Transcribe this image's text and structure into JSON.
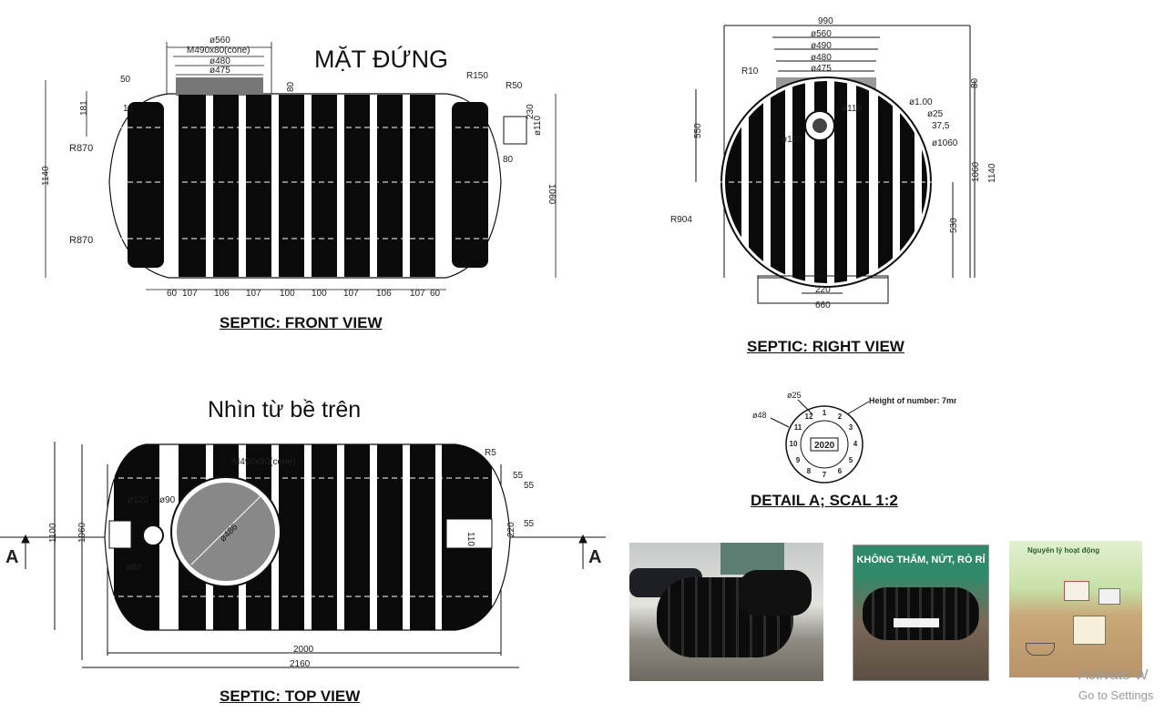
{
  "front": {
    "heading": "MẶT ĐỨNG",
    "title": "SEPTIC: FRONT VIEW",
    "dims": {
      "d560": "ø560",
      "cone": "M490x80(cone)",
      "d480": "ø480",
      "d475": "ø475",
      "r150": "R150",
      "r50": "R50",
      "d50": "50",
      "d181": "181",
      "d10": "10",
      "d80a": "80",
      "d230": "230",
      "d110": "ø110",
      "d80b": "80",
      "h1140": "1140",
      "h1060": "1060",
      "r870a": "R870",
      "r870b": "R870"
    },
    "bottom_dims": [
      "60",
      "107",
      "106",
      "107",
      "100",
      "100",
      "107",
      "106",
      "107",
      "60"
    ]
  },
  "right": {
    "title": "SEPTIC: RIGHT VIEW",
    "dims": {
      "d990": "990",
      "d560": "ø560",
      "d490": "ø490",
      "d480": "ø480",
      "d475": "ø475",
      "r10": "R10",
      "d110a": "ø110",
      "d110b": "ø110",
      "d100": "ø1.00",
      "d25": "ø25",
      "d375": "37,5",
      "d1060d": "ø1060",
      "d550": "550",
      "r904": "R904",
      "d80": "80",
      "h1060": "1060",
      "h1140": "1140",
      "d530": "530",
      "d220": "220",
      "d660": "660"
    }
  },
  "top": {
    "heading": "Nhìn từ bề trên",
    "title": "SEPTIC: TOP VIEW",
    "dims": {
      "cone": "M490x80(cone)",
      "r5": "R5",
      "d55a": "55",
      "d55b": "55",
      "d55c": "55",
      "d120": "ø120",
      "d90": "ø90",
      "d80": "ø80",
      "d486": "ø486",
      "h1100": "1100",
      "h1060": "1060",
      "d110": "110",
      "d220": "220",
      "d2000": "2000",
      "d2160": "2160",
      "sectionA_left": "A",
      "sectionA_right": "A"
    }
  },
  "detail": {
    "title": "DETAIL A; SCAL 1:2",
    "d25": "ø25",
    "d48": "ø48",
    "note": "Height of number: 7mm",
    "year": "2020",
    "ring_numbers": [
      "1",
      "2",
      "3",
      "4",
      "5",
      "6",
      "7",
      "8",
      "9",
      "10",
      "11",
      "12"
    ]
  },
  "photos": {
    "photo2_banner": "KHÔNG THẤM, NỨT, RÒ RỈ",
    "photo3_title": "Nguyên lý hoạt động"
  },
  "watermark": {
    "line1": "Activate W",
    "line2": "Go to Settings"
  }
}
